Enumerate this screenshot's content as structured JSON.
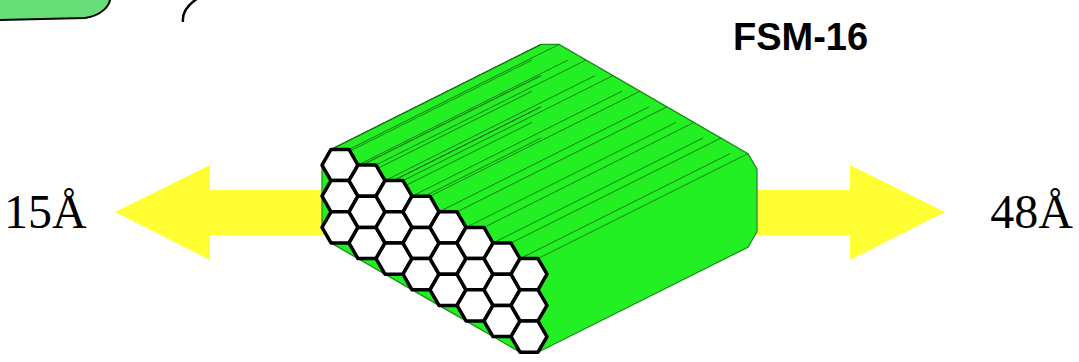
{
  "diagram": {
    "labels": [
      "FSM-16",
      "15Å",
      "48Å"
    ]
  }
}
